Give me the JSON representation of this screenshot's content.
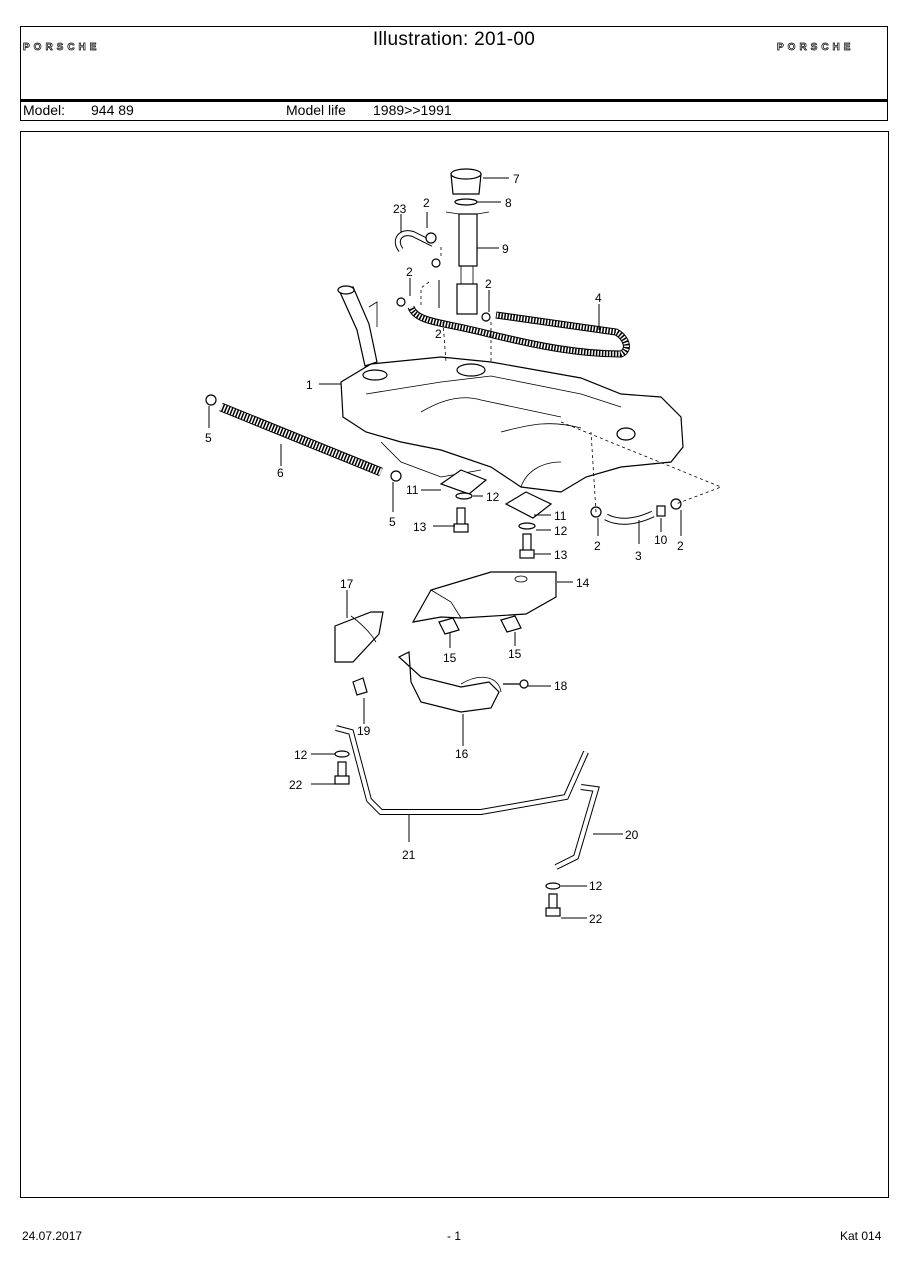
{
  "header": {
    "brand_left": "PORSCHE",
    "brand_right": "PORSCHE",
    "title": "Illustration: 201-00",
    "model_label": "Model:",
    "model_value": "944 89",
    "model_life_label": "Model life",
    "model_life_value": "1989>>1991"
  },
  "callouts": {
    "c1": "1",
    "c2a": "2",
    "c2b": "2",
    "c2c": "2",
    "c2d": "2",
    "c2e": "2",
    "c2f": "2",
    "c3": "3",
    "c4": "4",
    "c5a": "5",
    "c5b": "5",
    "c6": "6",
    "c7": "7",
    "c8": "8",
    "c9": "9",
    "c10": "10",
    "c11a": "11",
    "c11b": "11",
    "c12a": "12",
    "c12b": "12",
    "c12c": "12",
    "c12d": "12",
    "c13a": "13",
    "c13b": "13",
    "c14": "14",
    "c15a": "15",
    "c15b": "15",
    "c16": "16",
    "c17": "17",
    "c18": "18",
    "c19": "19",
    "c20": "20",
    "c21": "21",
    "c22a": "22",
    "c22b": "22",
    "c23": "23"
  },
  "footer": {
    "date": "24.07.2017",
    "page": "- 1",
    "catalog": "Kat 014"
  }
}
